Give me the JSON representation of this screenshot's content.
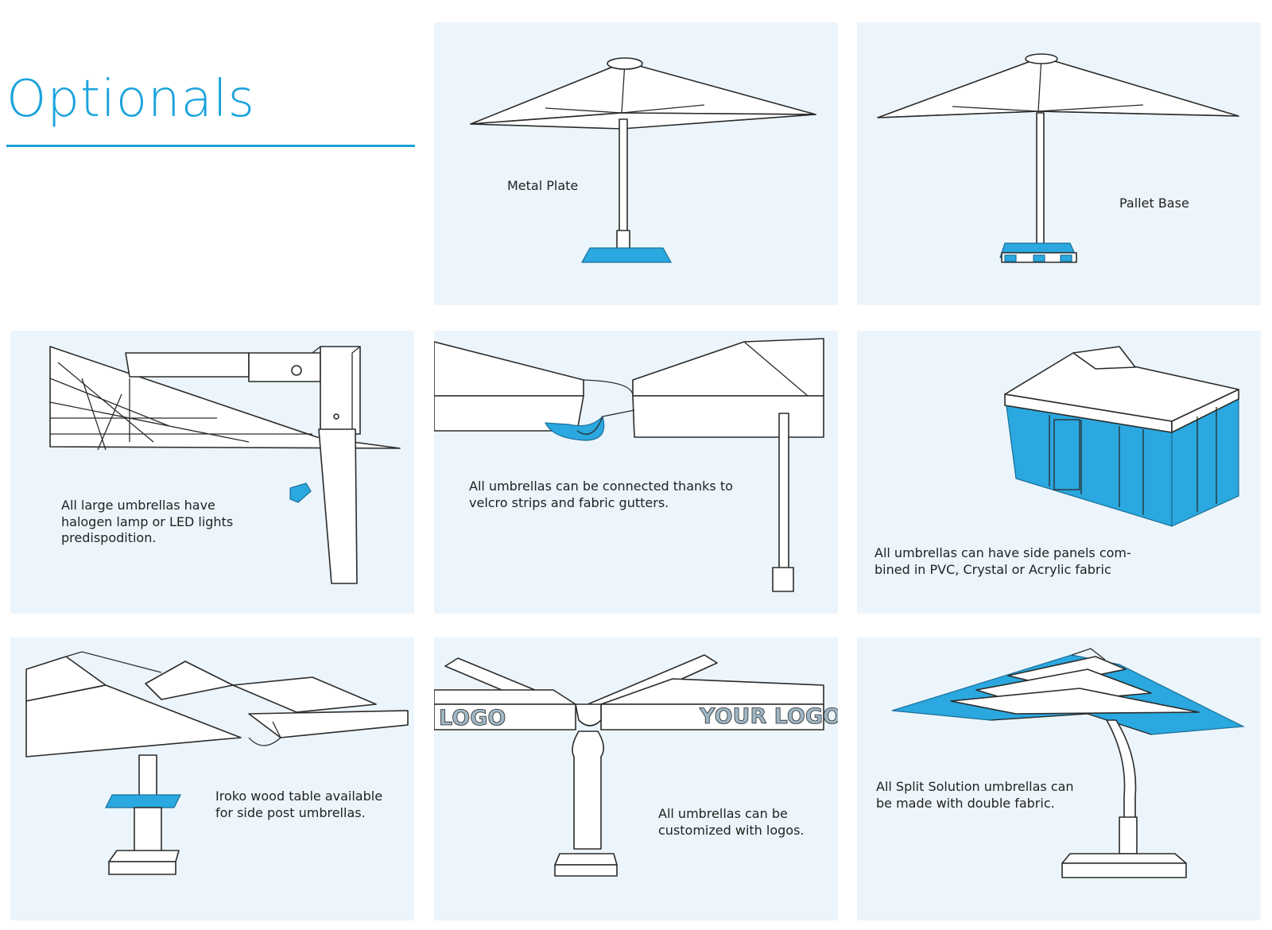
{
  "page": {
    "title": "Optionals",
    "accent_color": "#1aa3dd",
    "highlight_color": "#2aa8df",
    "panel_background": "#ecf5fb"
  },
  "panels": [
    {
      "id": "metal-plate",
      "caption": "Metal Plate"
    },
    {
      "id": "pallet-base",
      "caption": "Pallet Base"
    },
    {
      "id": "lights",
      "caption": "All large umbrellas have\nhalogen lamp or LED lights\npredispodition."
    },
    {
      "id": "gutters",
      "caption": "All umbrellas can be connected thanks to\nvelcro strips and fabric gutters."
    },
    {
      "id": "side-panels",
      "caption": "All umbrellas can have side panels com-\nbined in PVC, Crystal or Acrylic fabric"
    },
    {
      "id": "table",
      "caption": "Iroko wood table available\nfor side post umbrellas."
    },
    {
      "id": "logos",
      "caption": "All umbrellas can be\ncustomized with logos.",
      "logo_left": "LOGO",
      "logo_right": "YOUR LOGO"
    },
    {
      "id": "double-fabric",
      "caption": "All Split Solution umbrellas can\nbe made with double fabric."
    }
  ]
}
